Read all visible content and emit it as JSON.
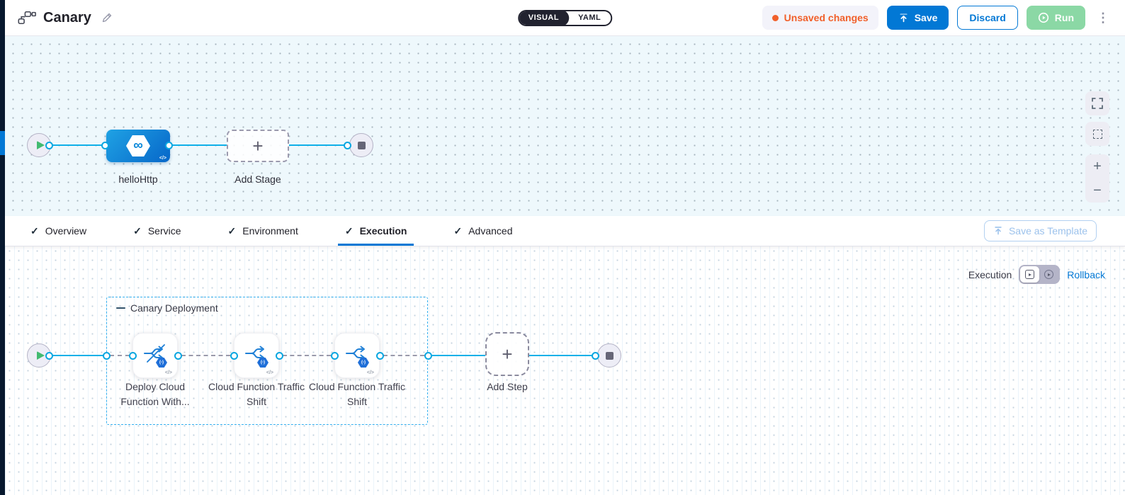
{
  "header": {
    "title": "Canary",
    "mode_toggle": {
      "options": [
        "VISUAL",
        "YAML"
      ],
      "selected": "VISUAL"
    },
    "unsaved_label": "Unsaved changes",
    "save_label": "Save",
    "discard_label": "Discard",
    "run_label": "Run"
  },
  "pipeline_canvas": {
    "stage_name": "helloHttp",
    "add_stage_label": "Add Stage"
  },
  "tabs": {
    "items": [
      {
        "label": "Overview",
        "checked": true,
        "active": false
      },
      {
        "label": "Service",
        "checked": true,
        "active": false
      },
      {
        "label": "Environment",
        "checked": true,
        "active": false
      },
      {
        "label": "Execution",
        "checked": true,
        "active": true
      },
      {
        "label": "Advanced",
        "checked": true,
        "active": false
      }
    ],
    "save_as_template_label": "Save as Template"
  },
  "execution_canvas": {
    "mode_label": "Execution",
    "rollback_label": "Rollback",
    "step_group": {
      "title": "Canary Deployment",
      "steps": [
        {
          "name": "Deploy Cloud Function With...",
          "icon": "deploy-cloud-function-no-traffic"
        },
        {
          "name": "Cloud Function Traffic Shift",
          "icon": "cloud-function-traffic-shift"
        },
        {
          "name": "Cloud Function Traffic Shift",
          "icon": "cloud-function-traffic-shift"
        }
      ]
    },
    "add_step_label": "Add Step"
  },
  "icons": {
    "plus": "+",
    "minus": "−",
    "kebab": "⋮",
    "check": "✓",
    "infinity": "∞",
    "code": "</>",
    "function_badge": "(-)"
  },
  "colors": {
    "primary_blue": "#0278d5",
    "connector_cyan": "#0aa6e0",
    "unsaved_orange": "#f1602b",
    "run_green": "#8bd8a5",
    "canvas_blue": "#eef8fc",
    "rail_navy": "#07182e"
  }
}
